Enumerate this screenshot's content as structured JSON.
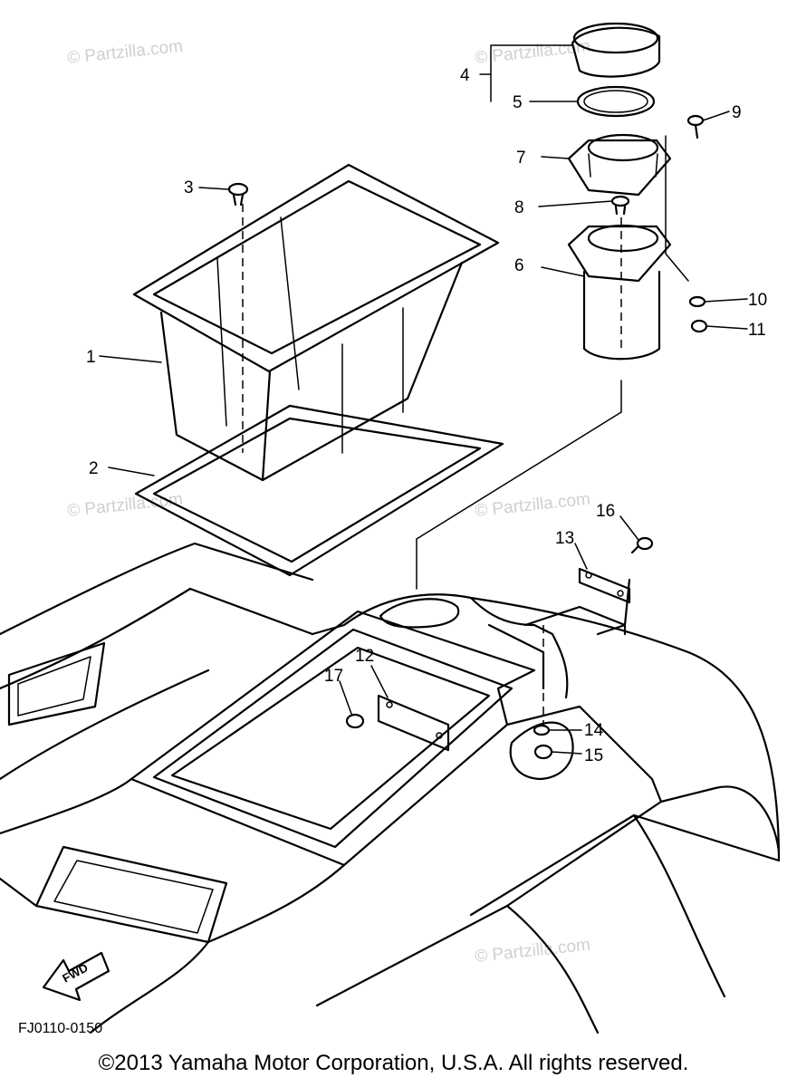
{
  "diagram": {
    "code": "FJ0110-0150",
    "fwd_label": "FWD",
    "copyright": "©2013 Yamaha Motor Corporation, U.S.A. All rights reserved.",
    "watermark": "© Partzilla.com",
    "callouts": [
      "1",
      "2",
      "3",
      "4",
      "5",
      "6",
      "7",
      "8",
      "9",
      "10",
      "11",
      "12",
      "13",
      "14",
      "15",
      "16",
      "17"
    ]
  }
}
